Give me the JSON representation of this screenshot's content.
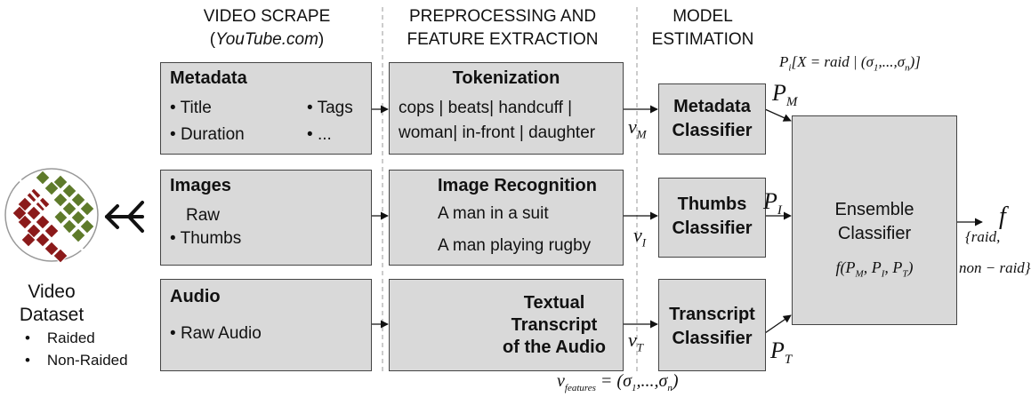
{
  "columns": {
    "video_scrape": {
      "title": "VIDEO SCRAPE",
      "subtitle": "YouTube.com"
    },
    "preprocessing": {
      "line1": "PREPROCESSING AND",
      "line2": "FEATURE EXTRACTION"
    },
    "model": {
      "line1": "MODEL",
      "line2": "ESTIMATION"
    }
  },
  "metadata": {
    "title": "Metadata",
    "bullets": [
      "Title",
      "Duration",
      "Tags",
      "..."
    ]
  },
  "images": {
    "title": "Images",
    "bullet_line1": "Raw",
    "bullet_line2": "Thumbs"
  },
  "audio": {
    "title": "Audio",
    "bullet": "Raw Audio"
  },
  "tokenization": {
    "title": "Tokenization",
    "line1": "cops | beats| handcuff |",
    "line2": "woman| in-front | daughter"
  },
  "image_recognition": {
    "title": "Image Recognition",
    "caption1": "A man in a suit",
    "caption2": "A man playing rugby"
  },
  "transcript_box": {
    "line1": "Textual",
    "line2": "Transcript",
    "line3": "of the Audio"
  },
  "classifiers": {
    "metadata": {
      "line1": "Metadata",
      "line2": "Classifier"
    },
    "thumbs": {
      "line1": "Thumbs",
      "line2": "Classifier"
    },
    "transcript": {
      "line1": "Transcript",
      "line2": "Classifier"
    }
  },
  "ensemble": {
    "line1": "Ensemble",
    "line2": "Classifier",
    "formula": "f(P_M, P_I, P_T)"
  },
  "math": {
    "prob": "P_i[X = raid | (σ_1,...,σ_n)]",
    "v_M": "M",
    "v_I": "I",
    "v_T": "T",
    "P_M": "M",
    "P_I": "I",
    "P_T": "T",
    "features": "v_features = (σ_1,...,σ_n)",
    "output_f": "f",
    "output_set_line1": "{raid,",
    "output_set_line2": "non − raid}"
  },
  "dataset": {
    "line1": "Video",
    "line2": "Dataset",
    "items": [
      "Raided",
      "Non-Raided"
    ]
  },
  "colors": {
    "box_fill": "#d9d9d9",
    "border": "#444444",
    "raided": "#8b1a1a",
    "non_raided": "#5e7a2a"
  }
}
